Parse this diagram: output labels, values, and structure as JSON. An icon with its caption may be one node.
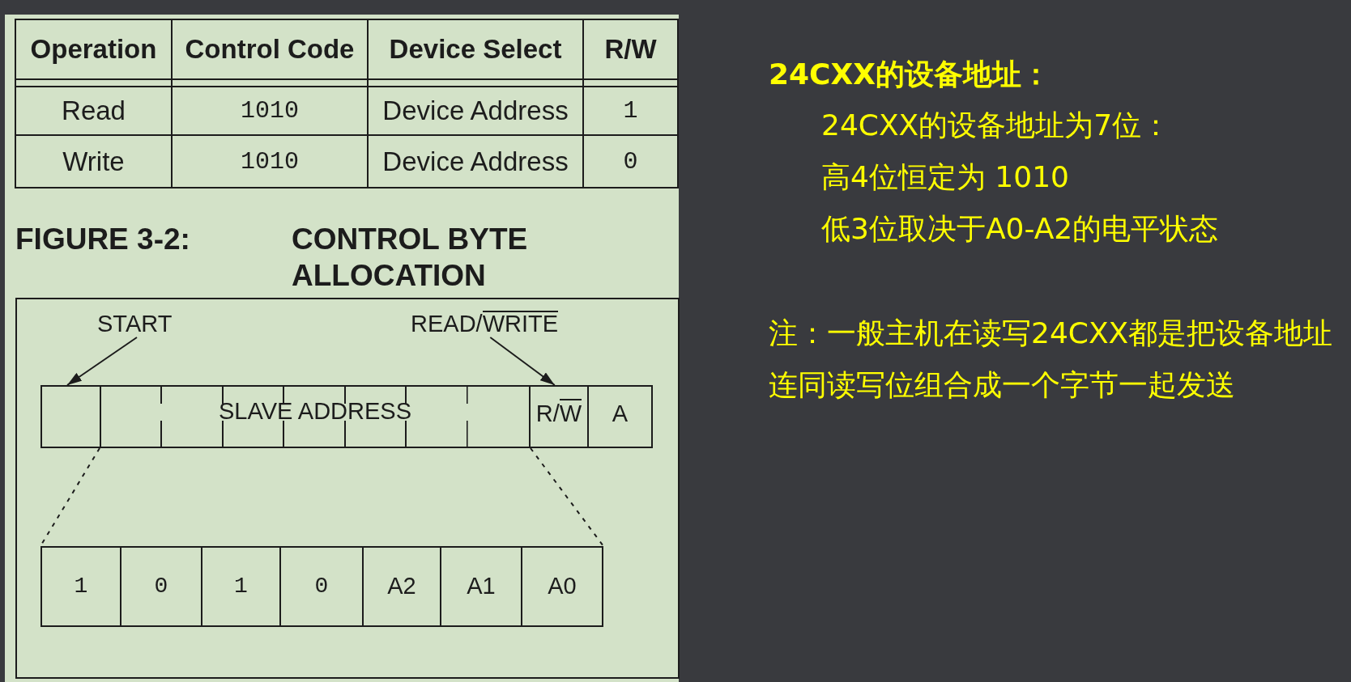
{
  "diagram": {
    "nodes": [
      {
        "text": [
          "FIGURE 3-2:",
          "CONTROL BYTE ALLOCATION"
        ]
      },
      {
        "text": [
          "START"
        ],
        "in": 0
      },
      {
        "text": [
          "READ/WRITE"
        ],
        "in": 0
      },
      {
        "text": [],
        "shape": "box",
        "in": 0
      },
      {
        "text": [
          "SLAVE ADDRESS"
        ],
        "in": 0
      },
      {
        "text": [
          "R/W"
        ],
        "in": 0
      },
      {
        "text": [
          "A"
        ],
        "in": 0
      },
      {
        "text": [],
        "shape": "box",
        "in": 0
      },
      {
        "text": [
          "1"
        ],
        "in": 7
      },
      {
        "text": [
          "0"
        ],
        "in": 7
      },
      {
        "text": [
          "1"
        ],
        "in": 7
      },
      {
        "text": [
          "0"
        ],
        "in": 7
      },
      {
        "text": [
          "A2"
        ],
        "in": 7
      },
      {
        "text": [
          "A1"
        ],
        "in": 7
      },
      {
        "text": [
          "A0"
        ],
        "in": 7
      }
    ],
    "edges": [
      {
        "from": 1,
        "to": 3,
        "arrow": "to"
      },
      {
        "from": 2,
        "to": 5,
        "arrow": "to"
      },
      {
        "from": 4,
        "to": 7,
        "arrow": "none",
        "style": "dashed"
      },
      {
        "from": 4,
        "to": 7,
        "arrow": "none",
        "style": "dashed"
      }
    ],
    "labels": [
      "Operation",
      "Control Code",
      "Device Select",
      "R/W",
      "Read",
      "1010",
      "Device Address",
      "1",
      "Write",
      "1010",
      "Device Address",
      "0",
      "24CXX的设备地址：",
      "24CXX的设备地址为7位：",
      "高4位恒定为 1010",
      "低3位取决于A0-A2的电平状态",
      "注：一般主机在读写24CXX都是把设备地址连同读写位组合成一个字节一起发送"
    ]
  }
}
